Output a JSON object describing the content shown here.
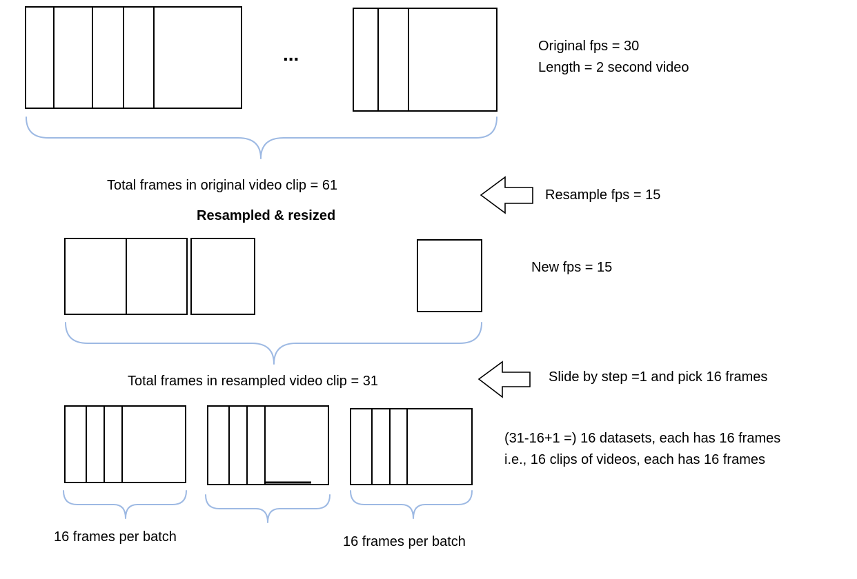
{
  "original": {
    "fps_label": "Original fps = 30",
    "length_label": "Length = 2 second video",
    "ellipsis": "...",
    "total_frames_label": "Total frames in original video clip = 61"
  },
  "resample": {
    "arrow_label": "Resample fps = 15",
    "heading": "Resampled & resized",
    "new_fps_label": "New fps = 15",
    "total_frames_label": "Total frames in resampled video clip = 31"
  },
  "slide": {
    "arrow_label": "Slide by step =1 and pick 16 frames",
    "datasets_line1": "(31-16+1 =) 16 datasets, each has 16 frames",
    "datasets_line2": "i.e., 16 clips of videos, each has 16 frames"
  },
  "batches": {
    "left_label": "16 frames per batch",
    "right_label": "16 frames per batch"
  },
  "colors": {
    "brace": "#9db9e3",
    "stroke": "#000000"
  },
  "icons": {
    "resample_arrow": "left-arrow-icon",
    "slide_arrow": "left-arrow-icon"
  }
}
